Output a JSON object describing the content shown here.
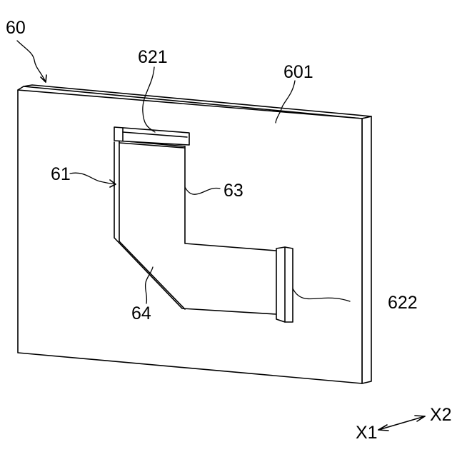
{
  "labels": {
    "panel": "60",
    "surface": "601",
    "member": "61",
    "end_top": "621",
    "end_right": "622",
    "edge_inner": "63",
    "edge_diagonal": "64"
  },
  "direction": {
    "left": "X1",
    "right": "X2"
  },
  "colors": {
    "line": "#000000",
    "background": "#ffffff"
  }
}
